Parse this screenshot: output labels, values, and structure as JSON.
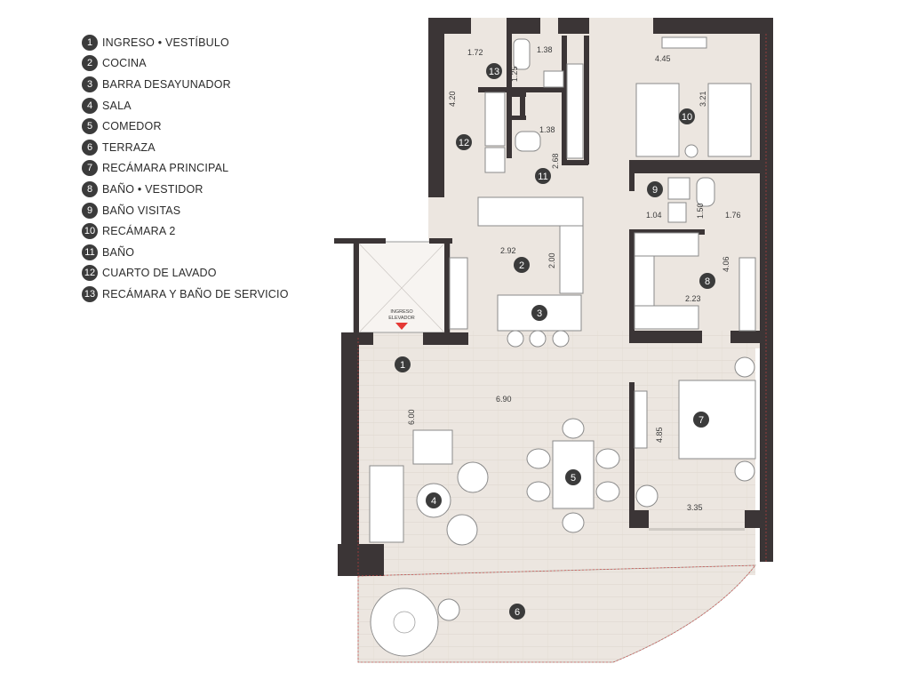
{
  "legend": [
    {
      "num": "1",
      "label": "INGRESO • VESTÍBULO"
    },
    {
      "num": "2",
      "label": "COCINA"
    },
    {
      "num": "3",
      "label": "BARRA DESAYUNADOR"
    },
    {
      "num": "4",
      "label": "SALA"
    },
    {
      "num": "5",
      "label": "COMEDOR"
    },
    {
      "num": "6",
      "label": "TERRAZA"
    },
    {
      "num": "7",
      "label": "RECÁMARA PRINCIPAL"
    },
    {
      "num": "8",
      "label": "BAÑO • VESTIDOR"
    },
    {
      "num": "9",
      "label": "BAÑO VISITAS"
    },
    {
      "num": "10",
      "label": "RECÁMARA 2"
    },
    {
      "num": "11",
      "label": "BAÑO"
    },
    {
      "num": "12",
      "label": "CUARTO DE LAVADO"
    },
    {
      "num": "13",
      "label": "RECÁMARA Y BAÑO DE SERVICIO"
    }
  ],
  "plan": {
    "elevator": {
      "line1": "INGRESO",
      "line2": "ELEVADOR"
    },
    "dimensions": {
      "d1": "1.72",
      "d2": "1.38",
      "d3": "4.45",
      "d4": "1.25",
      "d5": "4.20",
      "d6": "3.21",
      "d7": "1.38",
      "d8": "2.68",
      "d9": "1.04",
      "d10": "1.50",
      "d11": "1.76",
      "d12": "2.92",
      "d13": "2.00",
      "d14": "4.06",
      "d15": "2.23",
      "d16": "6.90",
      "d17": "6.00",
      "d18": "4.85",
      "d19": "3.35"
    },
    "markers": [
      "1",
      "2",
      "3",
      "4",
      "5",
      "6",
      "7",
      "8",
      "9",
      "10",
      "11",
      "12",
      "13"
    ],
    "colors": {
      "wall": "#3b3536",
      "floor": "#ece6e0",
      "marker": "#3b3b3b",
      "accent": "#e53935"
    }
  }
}
